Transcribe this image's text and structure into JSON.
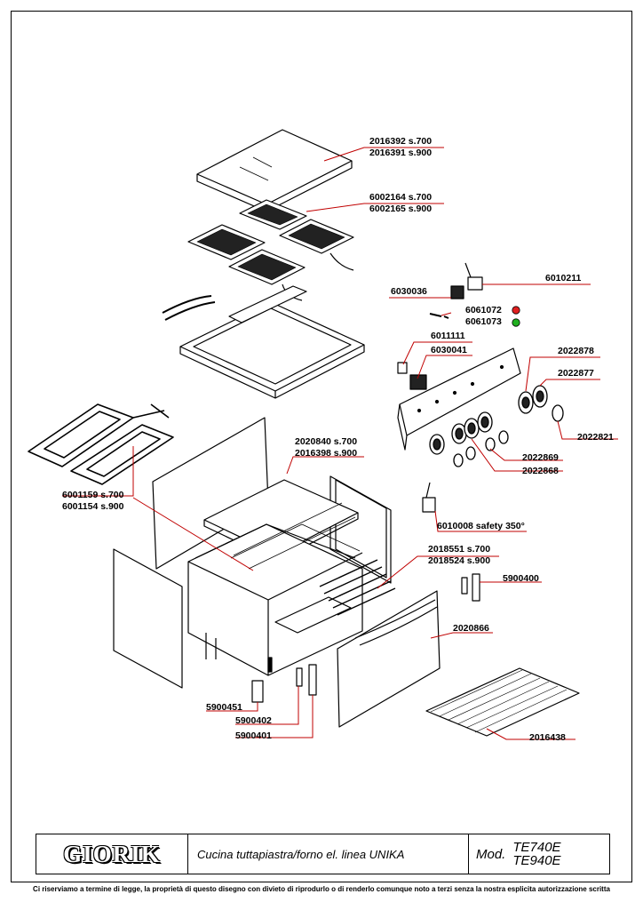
{
  "parts": [
    {
      "id": "lbl-2016392",
      "line1": "2016392  s.700",
      "line2": "2016391  s.900"
    },
    {
      "id": "lbl-6002164",
      "line1": "6002164  s.700",
      "line2": "6002165  s.900"
    },
    {
      "id": "lbl-6010211",
      "line1": "6010211",
      "line2": ""
    },
    {
      "id": "lbl-6030036",
      "line1": "6030036",
      "line2": ""
    },
    {
      "id": "lbl-6061072",
      "line1": "6061072",
      "line2": ""
    },
    {
      "id": "lbl-6061073",
      "line1": "6061073",
      "line2": ""
    },
    {
      "id": "lbl-6011111",
      "line1": "6011111",
      "line2": ""
    },
    {
      "id": "lbl-6030041",
      "line1": "6030041",
      "line2": ""
    },
    {
      "id": "lbl-2022878",
      "line1": "2022878",
      "line2": ""
    },
    {
      "id": "lbl-2022877",
      "line1": "2022877",
      "line2": ""
    },
    {
      "id": "lbl-2022821",
      "line1": "2022821",
      "line2": ""
    },
    {
      "id": "lbl-2022869",
      "line1": "2022869",
      "line2": ""
    },
    {
      "id": "lbl-2022868",
      "line1": "2022868",
      "line2": ""
    },
    {
      "id": "lbl-2020840",
      "line1": "2020840  s.700",
      "line2": "2016398  s.900"
    },
    {
      "id": "lbl-6001159",
      "line1": "6001159  s.700",
      "line2": "6001154  s.900"
    },
    {
      "id": "lbl-6010008",
      "line1": "6010008 safety 350°",
      "line2": ""
    },
    {
      "id": "lbl-2018551",
      "line1": "2018551  s.700",
      "line2": "2018524  s.900"
    },
    {
      "id": "lbl-5900400",
      "line1": "5900400",
      "line2": ""
    },
    {
      "id": "lbl-2020866",
      "line1": "2020866",
      "line2": ""
    },
    {
      "id": "lbl-5900451",
      "line1": "5900451",
      "line2": ""
    },
    {
      "id": "lbl-5900402",
      "line1": "5900402",
      "line2": ""
    },
    {
      "id": "lbl-5900401",
      "line1": "5900401",
      "line2": ""
    },
    {
      "id": "lbl-2016438",
      "line1": "2016438",
      "line2": ""
    }
  ],
  "indicator_colors": {
    "red": "#e02020",
    "green": "#20b020"
  },
  "leader_color": "#c00000",
  "title_block": {
    "logo": "GIORIK",
    "description": "Cucina tuttapiastra/forno el. linea UNIKA",
    "model_label": "Mod.",
    "models": [
      "TE740E",
      "TE940E"
    ]
  },
  "disclaimer": "Ci riserviamo a termine di legge, la proprietà di questo disegno con divieto di riprodurlo o di renderlo comunque noto a terzi senza la nostra esplicita autorizzazione scritta"
}
